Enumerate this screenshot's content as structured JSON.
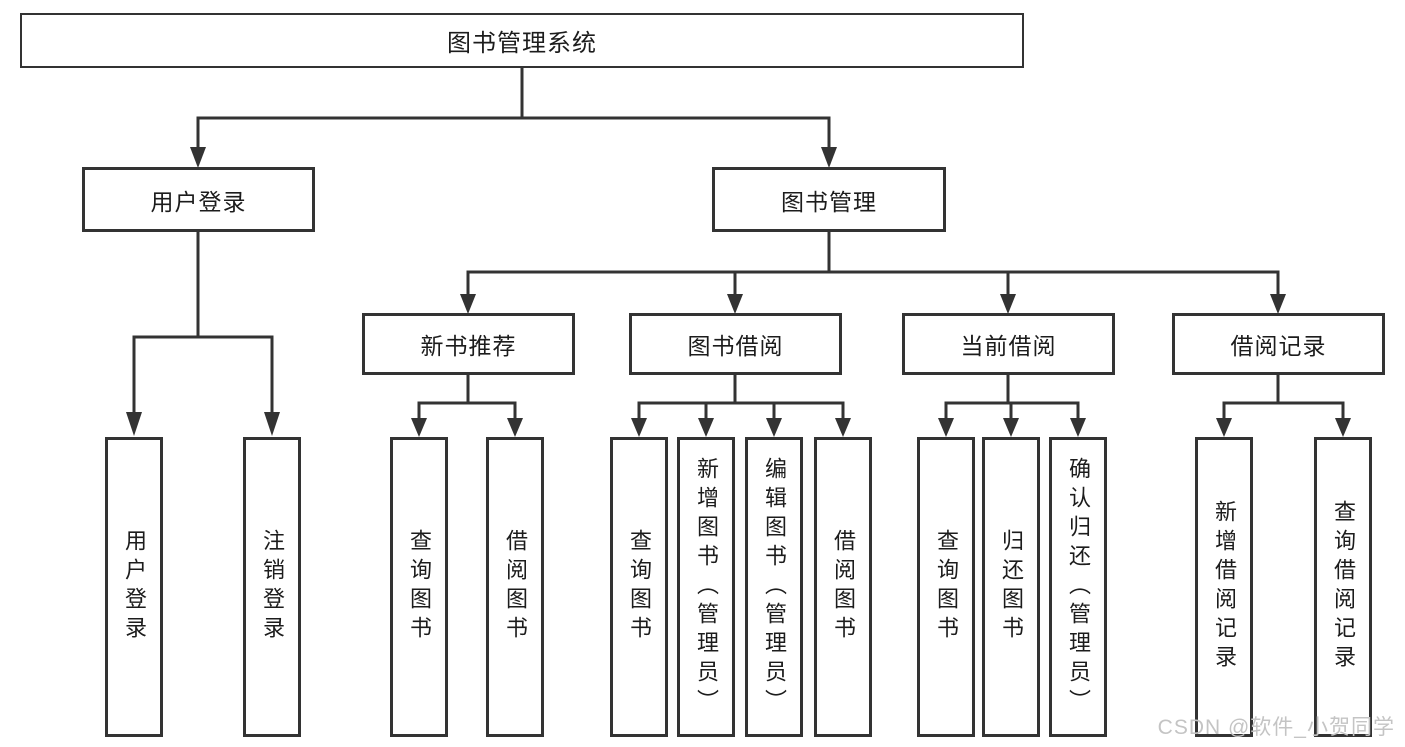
{
  "diagram": {
    "root_label": "图书管理系统",
    "user_login": {
      "label": "用户登录",
      "children": [
        "用户登录",
        "注销登录"
      ]
    },
    "book_mgmt": {
      "label": "图书管理",
      "groups": [
        {
          "label": "新书推荐",
          "children": [
            "查询图书",
            "借阅图书"
          ]
        },
        {
          "label": "图书借阅",
          "children": [
            "查询图书",
            "新增图书（管理员）",
            "编辑图书（管理员）",
            "借阅图书"
          ]
        },
        {
          "label": "当前借阅",
          "children": [
            "查询图书",
            "归还图书",
            "确认归还（管理员）"
          ]
        },
        {
          "label": "借阅记录",
          "children": [
            "新增借阅记录",
            "查询借阅记录"
          ]
        }
      ]
    }
  },
  "watermark": "CSDN @软件_小贺同学",
  "colors": {
    "line": "#333333",
    "text": "#1c1c1c",
    "watermark": "#c4c4c4",
    "background": "#ffffff"
  }
}
